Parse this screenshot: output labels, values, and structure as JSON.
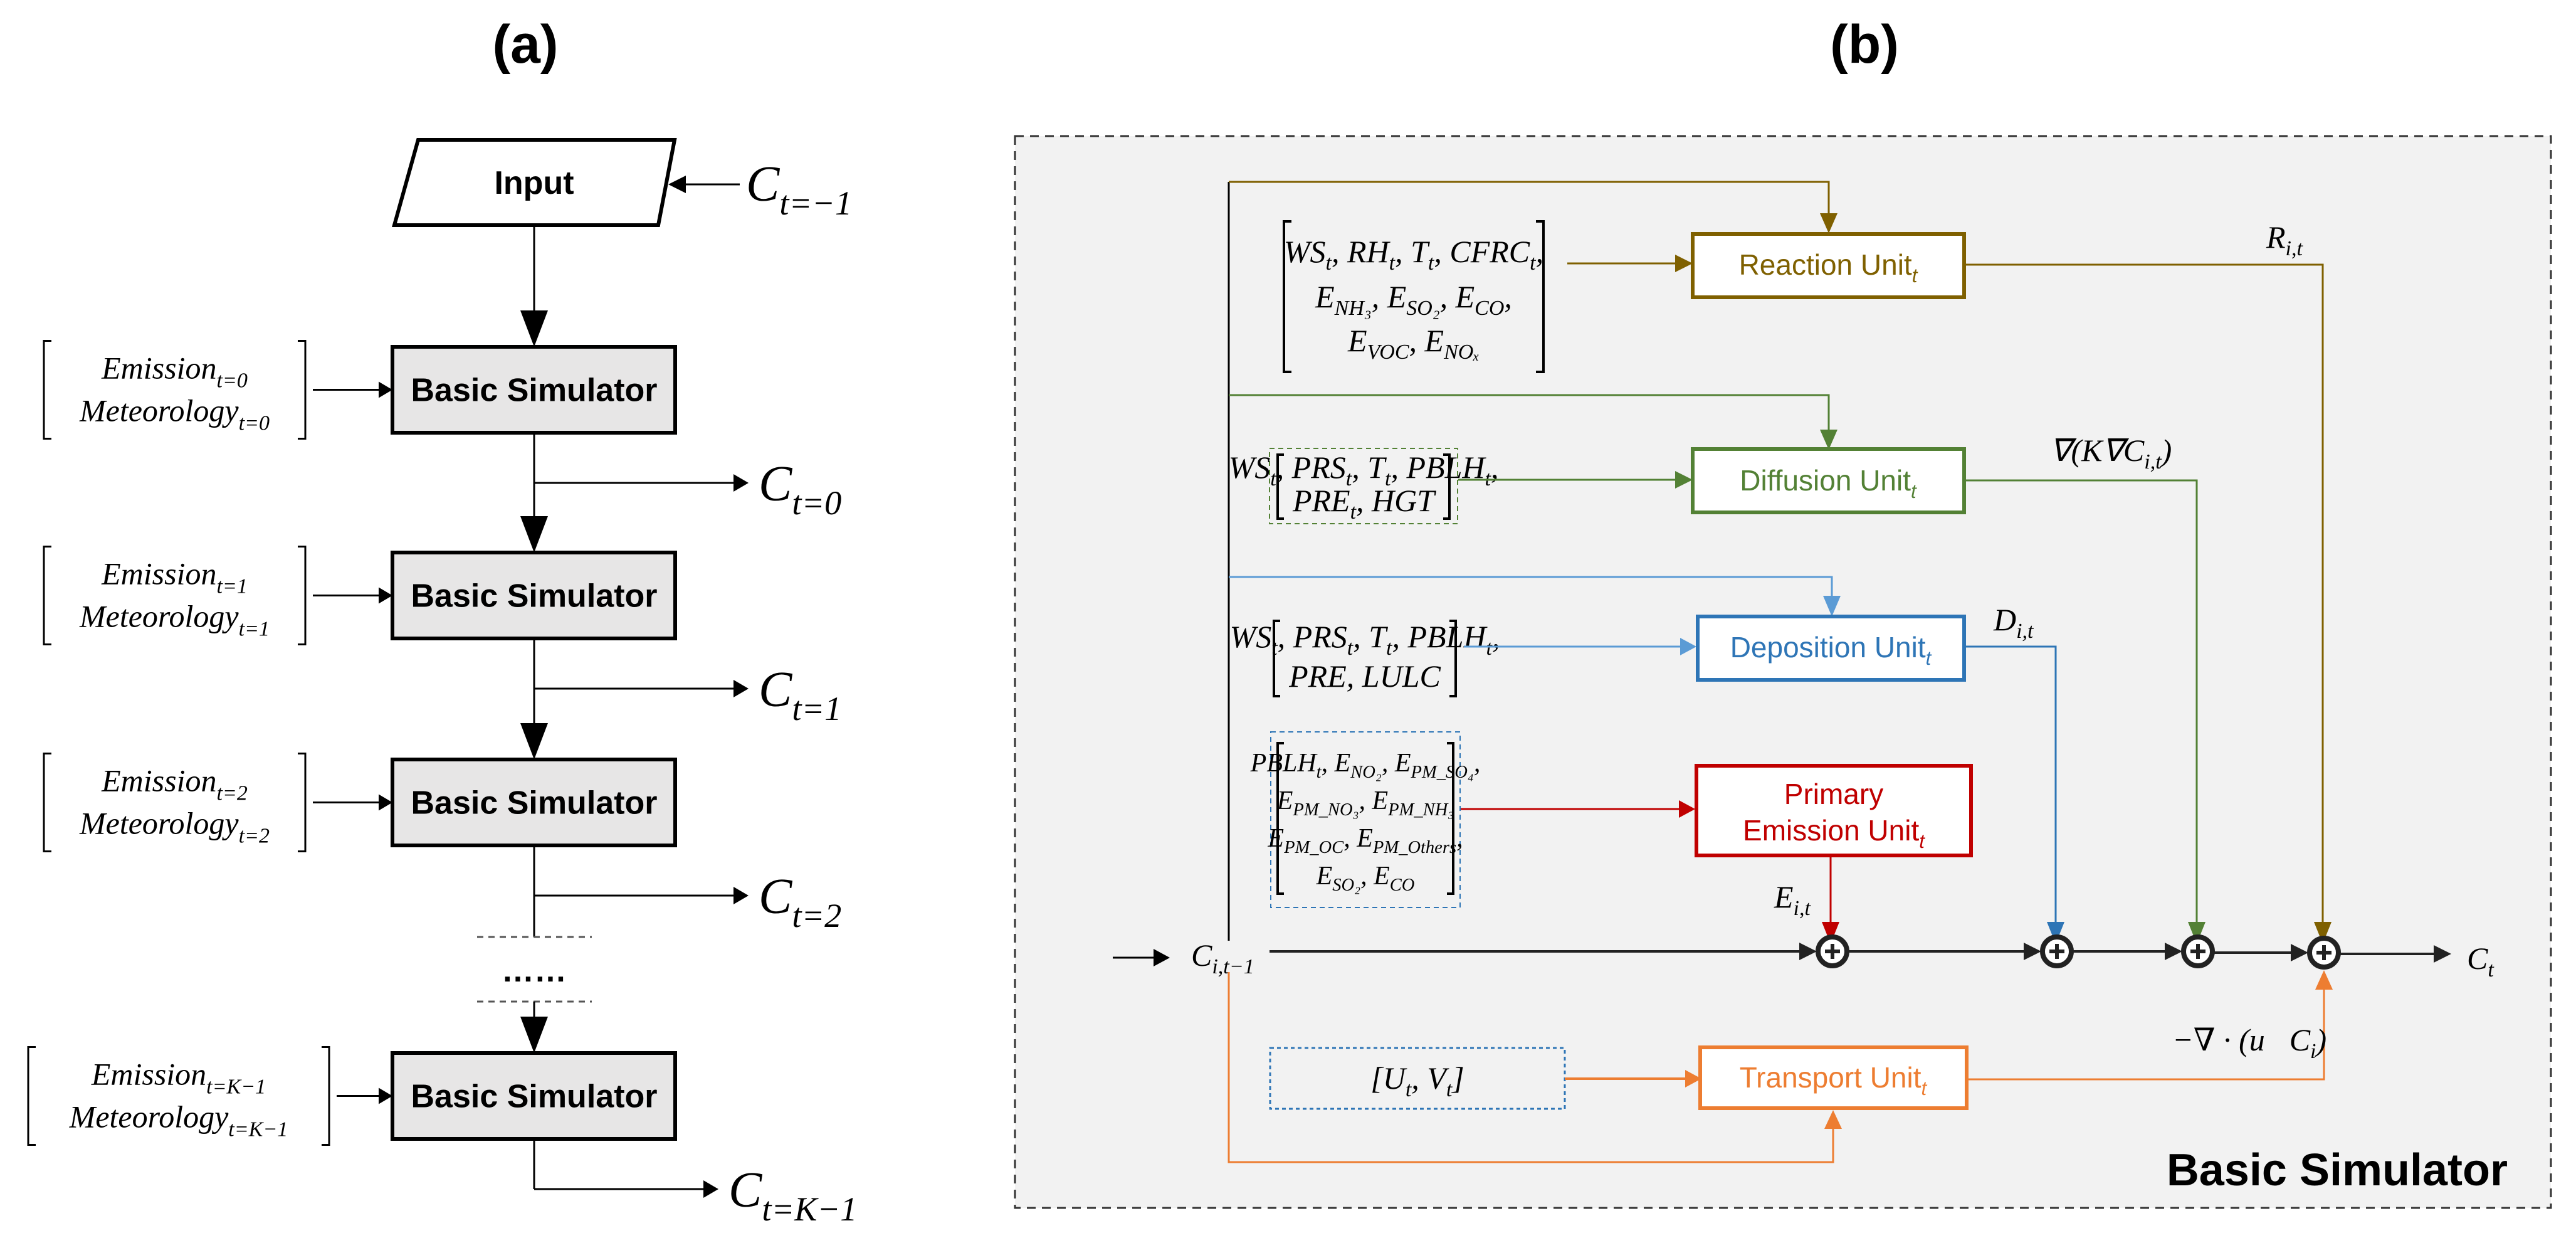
{
  "panel_a": {
    "title": "(a)",
    "input_label": "Input",
    "initial_state": {
      "base": "C",
      "sub": "t=−1"
    },
    "simulator_label": "Basic Simulator",
    "steps": [
      {
        "emission": {
          "base": "Emission",
          "sub": "t=0"
        },
        "meteorology": {
          "base": "Meteorology",
          "sub": "t=0"
        },
        "output": {
          "base": "C",
          "sub": "t=0"
        }
      },
      {
        "emission": {
          "base": "Emission",
          "sub": "t=1"
        },
        "meteorology": {
          "base": "Meteorology",
          "sub": "t=1"
        },
        "output": {
          "base": "C",
          "sub": "t=1"
        }
      },
      {
        "emission": {
          "base": "Emission",
          "sub": "t=2"
        },
        "meteorology": {
          "base": "Meteorology",
          "sub": "t=2"
        },
        "output": {
          "base": "C",
          "sub": "t=2"
        }
      },
      {
        "emission": {
          "base": "Emission",
          "sub": "t=K−1"
        },
        "meteorology": {
          "base": "Meteorology",
          "sub": "t=K−1"
        },
        "output": {
          "base": "C",
          "sub": "t=K−1"
        }
      }
    ],
    "ellipsis": "……"
  },
  "panel_b": {
    "title": "(b)",
    "container_label": "Basic Simulator",
    "colors": {
      "reaction": "#7f6000",
      "diffusion": "#538135",
      "deposition": "#2e75b6",
      "deposition_line": "#5b9bd5",
      "emission": "#c00000",
      "transport": "#ed7d31",
      "container_bg": "#f2f2f2"
    },
    "units": {
      "reaction": {
        "label": "Reaction Unit",
        "sub": "t",
        "output": {
          "base": "R",
          "sub": "i,t"
        }
      },
      "diffusion": {
        "label": "Diffusion Unit",
        "sub": "t",
        "output": "∇(K∇C",
        "output_sub": "i,t",
        "output_close": ")"
      },
      "deposition": {
        "label": "Deposition Unit",
        "sub": "t",
        "output": {
          "base": "D",
          "sub": "i,t"
        }
      },
      "emission": {
        "label_line1": "Primary",
        "label_line2": "Emission Unit",
        "sub": "t",
        "output": {
          "base": "E",
          "sub": "i,t"
        }
      },
      "transport": {
        "label": "Transport Unit",
        "sub": "t",
        "output": "−∇ · (u⃗C",
        "output_sub": "i",
        "output_close": ")"
      }
    },
    "inputs": {
      "reaction": [
        "WS_t, RH_t, T_t, CFRC_t,",
        "E_NH3, E_SO2, E_CO,",
        "E_VOC, E_NOx"
      ],
      "diffusion": [
        "WS_t, PRS_t, T_t, PBLH_t,",
        "PRE_t, HGT"
      ],
      "deposition": [
        "WS_t, PRS_t, T_t, PBLH_t,",
        "PRE, LULC"
      ],
      "emission": [
        "PBLH_t, E_NO2, E_PM_SO4,",
        "E_PM_NO3, E_PM_NH3",
        "E_PM_OC, E_PM_Others,",
        "E_SO2, E_CO"
      ],
      "transport": [
        "U_t, V_t"
      ]
    },
    "state_in": {
      "base": "C",
      "sub": "i,t−1"
    },
    "state_out": {
      "base": "C",
      "sub": "t"
    },
    "sum_symbol": "⊕"
  }
}
